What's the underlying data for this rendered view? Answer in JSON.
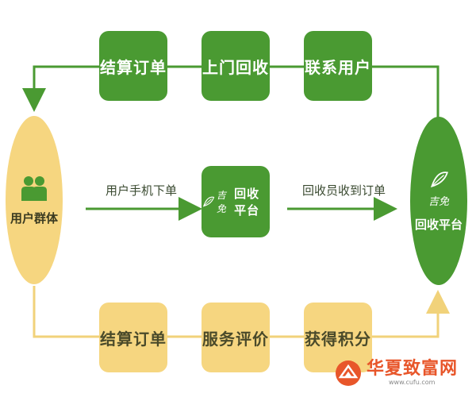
{
  "top_row": {
    "box1": "结算订单",
    "box2": "上门回收",
    "box3": "联系用户"
  },
  "bottom_row": {
    "box1": "结算订单",
    "box2": "服务评价",
    "box3": "获得积分"
  },
  "left_node": {
    "label": "用户群体",
    "icon": "users-icon"
  },
  "center_node": {
    "logo_text": "吉免",
    "label": "回收平台"
  },
  "right_node": {
    "logo_text": "吉免",
    "label": "回收平台"
  },
  "edges": {
    "left_to_center": "用户手机下单",
    "center_to_right": "回收员收到订单"
  },
  "watermark": {
    "text": "华夏致富网",
    "url": "www.cufu.com"
  },
  "colors": {
    "green": "#4a9a32",
    "yellow": "#f6d680",
    "green_line": "#4a9a32",
    "yellow_line": "#f1d27a"
  }
}
